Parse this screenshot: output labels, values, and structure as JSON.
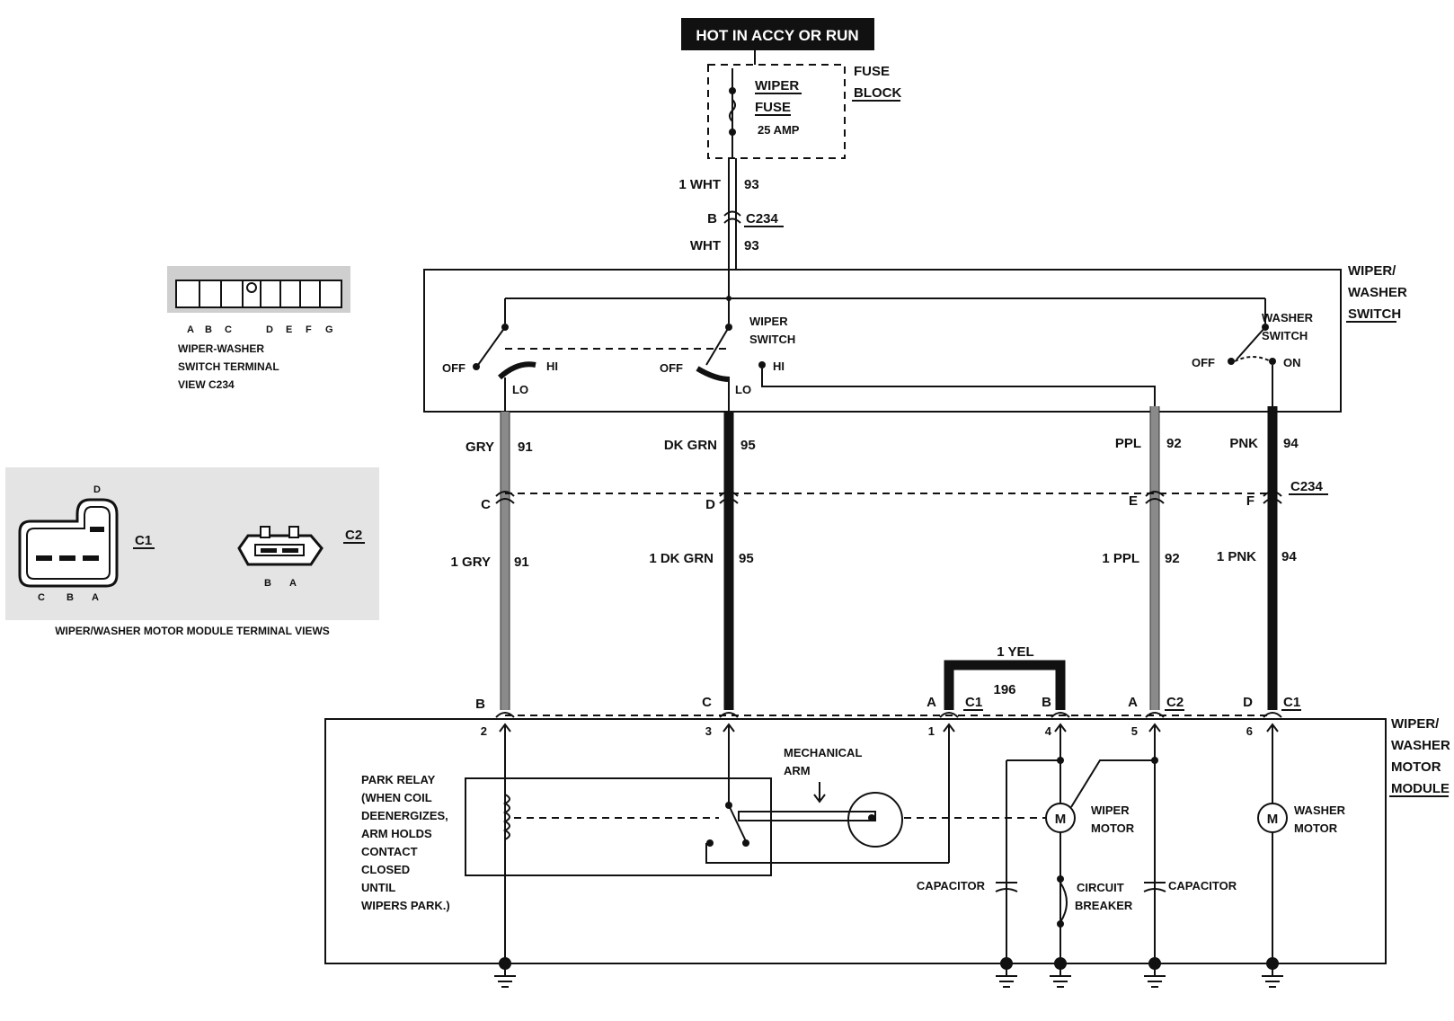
{
  "title": "HOT IN ACCY OR RUN",
  "fuse_block": {
    "name": [
      "FUSE",
      "BLOCK"
    ],
    "fuse_name": [
      "WIPER",
      "FUSE"
    ],
    "rating": "25 AMP"
  },
  "feed_wire": {
    "upper": "1 WHT",
    "lower": "WHT",
    "circuit": "93",
    "terminal": "B",
    "connector": "C234"
  },
  "switch_module": {
    "name": [
      "WIPER/",
      "WASHER",
      "SWITCH"
    ],
    "wiper_switch_label": [
      "WIPER",
      "SWITCH"
    ],
    "washer_switch_label": [
      "WASHER",
      "SWITCH"
    ],
    "positions": {
      "off": "OFF",
      "lo": "LO",
      "hi": "HI",
      "on": "ON"
    }
  },
  "wires": [
    {
      "upper": "GRY",
      "lower": "1 GRY",
      "circuit": "91",
      "pin_c234": "C",
      "motor_pin": "B",
      "module_terminal": "2"
    },
    {
      "upper": "DK GRN",
      "lower": "1 DK GRN",
      "circuit": "95",
      "pin_c234": "D",
      "motor_pin": "C",
      "module_terminal": "3"
    },
    {
      "upper": "PPL",
      "lower": "1 PPL",
      "circuit": "92",
      "pin_c234": "E",
      "motor_pin": "A",
      "module_terminal": "5"
    },
    {
      "upper": "PNK",
      "lower": "1 PNK",
      "circuit": "94",
      "pin_c234": "F",
      "motor_pin": "D",
      "module_terminal": "6"
    }
  ],
  "c234_label": "C234",
  "yellow_wire": {
    "label": "1 YEL",
    "circuit": "196",
    "pin_a": "A",
    "pin_b": "B",
    "terminal_a": "1",
    "terminal_b": "4"
  },
  "connector_labels": {
    "c1": "C1",
    "c2": "C2"
  },
  "motor_module": {
    "name": [
      "WIPER/",
      "WASHER",
      "MOTOR",
      "MODULE"
    ],
    "park_relay": [
      "PARK RELAY",
      "(WHEN COIL",
      "DEENERGIZES,",
      "ARM HOLDS",
      "CONTACT",
      "CLOSED",
      "UNTIL",
      "WIPERS PARK.)"
    ],
    "mechanical_arm": [
      "MECHANICAL",
      "ARM"
    ],
    "wiper_motor": [
      "WIPER",
      "MOTOR"
    ],
    "washer_motor": [
      "WASHER",
      "MOTOR"
    ],
    "capacitor": "CAPACITOR",
    "circuit_breaker": [
      "CIRCUIT",
      "BREAKER"
    ],
    "motor_symbol": "M"
  },
  "terminal_view_c234": {
    "pins": [
      "A",
      "B",
      "C",
      "D",
      "E",
      "F",
      "G"
    ],
    "caption": [
      "WIPER-WASHER",
      "SWITCH TERMINAL",
      "VIEW C234"
    ]
  },
  "terminal_view_motor": {
    "c1_pins": [
      "C",
      "B",
      "A"
    ],
    "c1_top_pin": "D",
    "c2_pins": [
      "B",
      "A"
    ],
    "c1_label": "C1",
    "c2_label": "C2",
    "caption": "WIPER/WASHER MOTOR MODULE TERMINAL VIEWS"
  }
}
